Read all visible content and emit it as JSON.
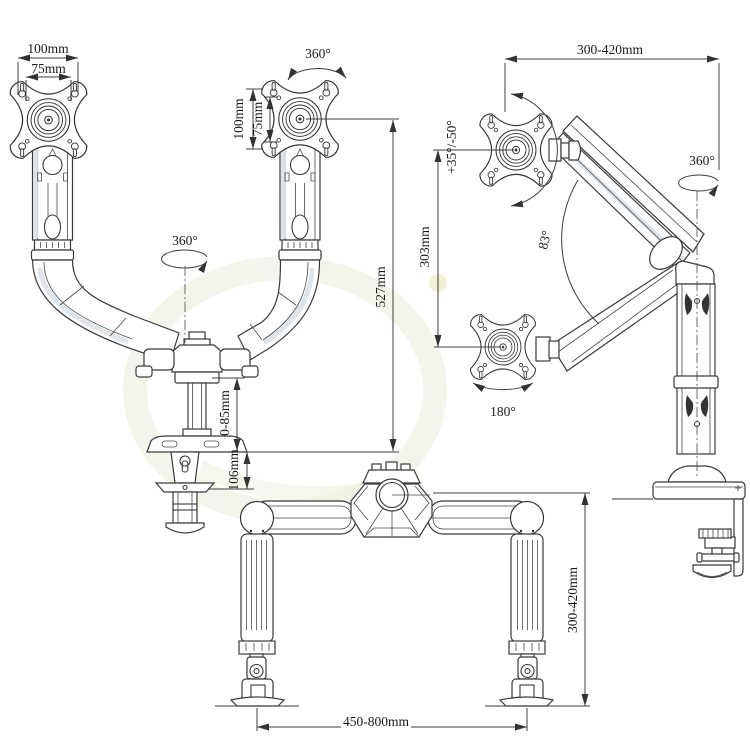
{
  "diagram": {
    "front_view": {
      "vesa_width_label": "100mm",
      "vesa_hole_width_label": "75mm",
      "head_swivel_label": "360°",
      "vesa_height_label": "100mm",
      "vesa_hole_height_label": "75mm",
      "base_rotation_label": "360°",
      "total_height_label": "527mm",
      "height_adjust_label": "0-85mm",
      "grommet_depth_label": "106mm"
    },
    "side_view": {
      "arm_reach_label": "300-420mm",
      "tilt_range_label": "+35°/-50°",
      "column_rotation_label": "360°",
      "arm_swing_angle_label": "83°",
      "vertical_range_label": "303mm",
      "pan_range_label": "180°"
    },
    "top_view": {
      "arm_span_label": "450-800mm",
      "arm_reach_label": "300-420mm"
    }
  }
}
